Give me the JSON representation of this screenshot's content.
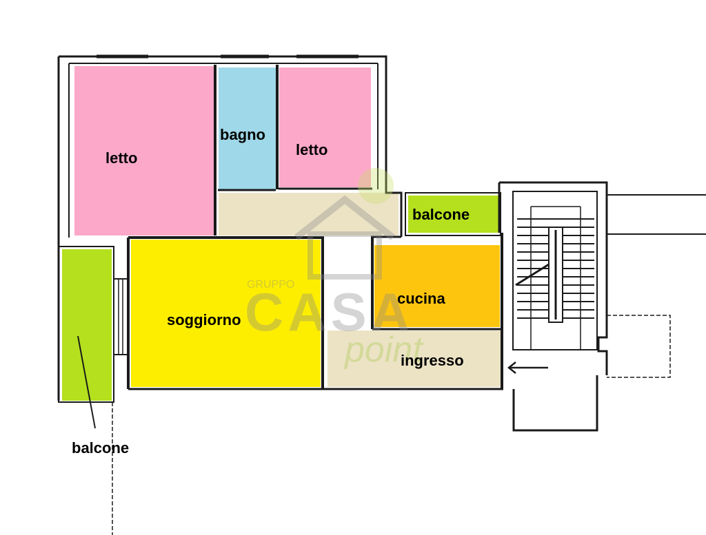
{
  "plan": {
    "rooms": {
      "letto_1": {
        "label": "letto",
        "color": "#fca8c8"
      },
      "bagno": {
        "label": "bagno",
        "color": "#9fd8e8"
      },
      "letto_2": {
        "label": "letto",
        "color": "#fca8c8"
      },
      "balcone_top": {
        "label": "balcone",
        "color": "#b4e01e"
      },
      "soggiorno": {
        "label": "soggiorno",
        "color": "#fdee00"
      },
      "cucina": {
        "label": "cucina",
        "color": "#fec50e"
      },
      "ingresso": {
        "label": "ingresso",
        "color": "#ece3c5"
      },
      "corridoio": {
        "label": "",
        "color": "#ece3c5"
      },
      "balcone_left": {
        "label": "balcone",
        "color": "#b4e01e"
      }
    },
    "wall_color": "#1a1a1a"
  },
  "watermark": {
    "line1": "GRUPPO",
    "line2": "CASA",
    "line3": "point",
    "color_gray": "#8a8a8a",
    "color_green": "#a7c94a"
  }
}
